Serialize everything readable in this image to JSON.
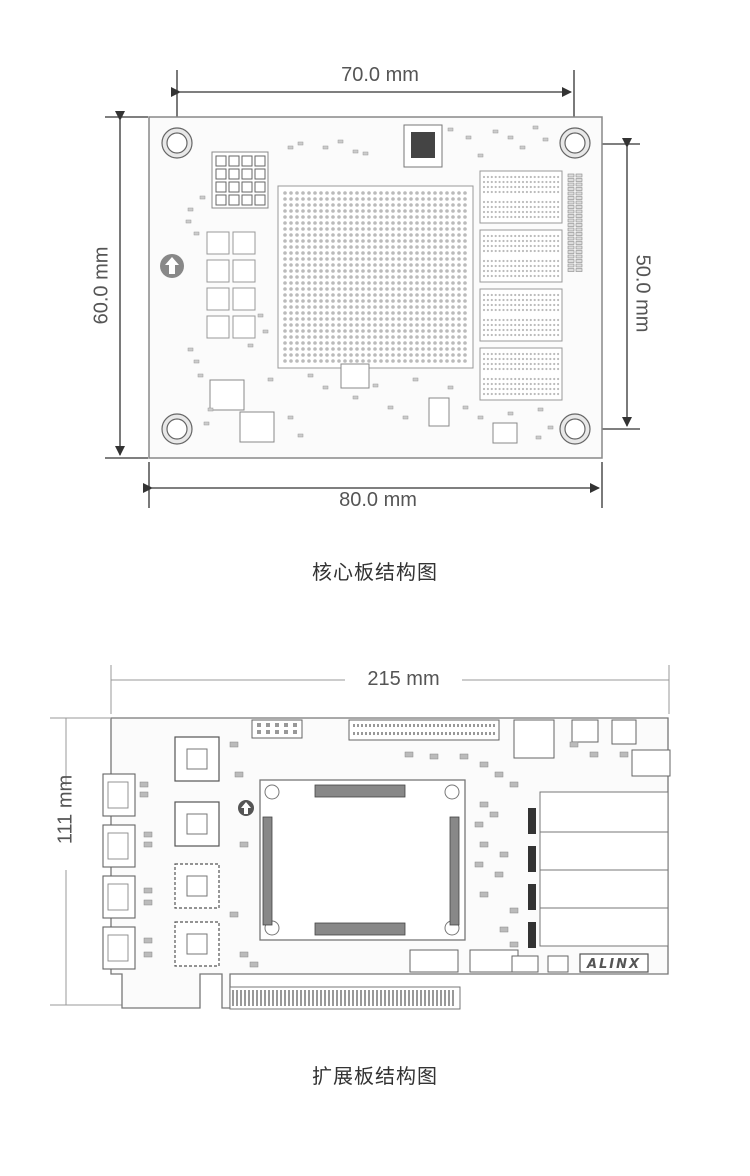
{
  "core_board": {
    "dim_top": "70.0 mm",
    "dim_bottom": "80.0 mm",
    "dim_left": "60.0 mm",
    "dim_right": "50.0 mm",
    "caption": "核心板结构图"
  },
  "carrier_board": {
    "dim_top": "215 mm",
    "dim_left": "111 mm",
    "logo": "ALINX",
    "caption": "扩展板结构图"
  }
}
